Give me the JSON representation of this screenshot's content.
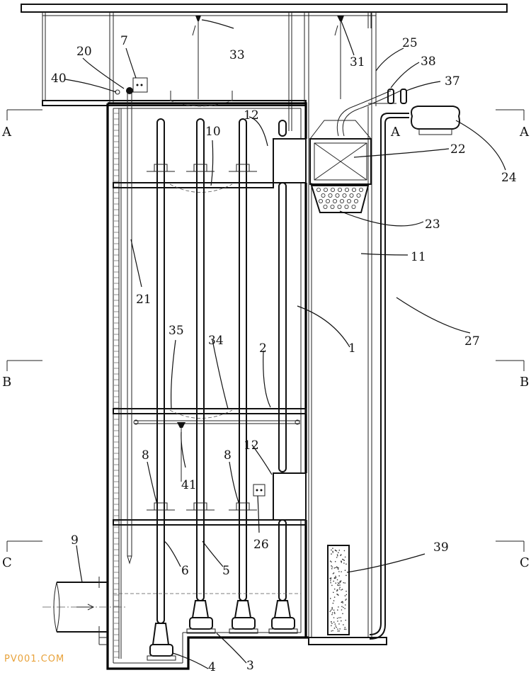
{
  "callouts": [
    {
      "id": "c1",
      "label": "1"
    },
    {
      "id": "c2",
      "label": "2"
    },
    {
      "id": "c3",
      "label": "3"
    },
    {
      "id": "c4",
      "label": "4"
    },
    {
      "id": "c5",
      "label": "5"
    },
    {
      "id": "c6",
      "label": "6"
    },
    {
      "id": "c7",
      "label": "7"
    },
    {
      "id": "c8a",
      "label": "8"
    },
    {
      "id": "c8b",
      "label": "8"
    },
    {
      "id": "c9",
      "label": "9"
    },
    {
      "id": "c10",
      "label": "10"
    },
    {
      "id": "c11",
      "label": "11"
    },
    {
      "id": "c12a",
      "label": "12"
    },
    {
      "id": "c12b",
      "label": "12"
    },
    {
      "id": "c20",
      "label": "20"
    },
    {
      "id": "c21",
      "label": "21"
    },
    {
      "id": "c22",
      "label": "22"
    },
    {
      "id": "c23",
      "label": "23"
    },
    {
      "id": "c24",
      "label": "24"
    },
    {
      "id": "c25",
      "label": "25"
    },
    {
      "id": "c26",
      "label": "26"
    },
    {
      "id": "c27",
      "label": "27"
    },
    {
      "id": "c31",
      "label": "31"
    },
    {
      "id": "c33",
      "label": "33"
    },
    {
      "id": "c34",
      "label": "34"
    },
    {
      "id": "c35",
      "label": "35"
    },
    {
      "id": "c37",
      "label": "37"
    },
    {
      "id": "c38",
      "label": "38"
    },
    {
      "id": "c39",
      "label": "39"
    },
    {
      "id": "c40",
      "label": "40"
    },
    {
      "id": "c41",
      "label": "41"
    }
  ],
  "section_marks": {
    "a_left": "A",
    "a_right": "A",
    "a_inner": "A",
    "b_left": "B",
    "b_right": "B",
    "c_left": "C",
    "c_right": "C"
  },
  "watermark": "PV001.COM"
}
